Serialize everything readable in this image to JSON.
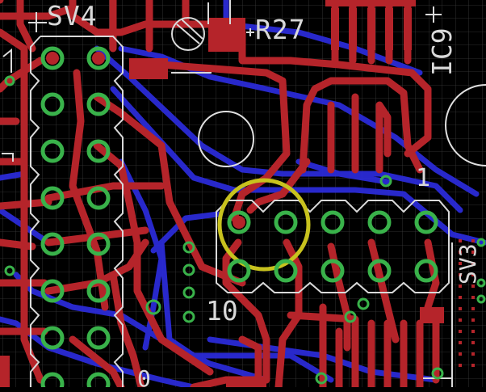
{
  "labels": {
    "sv4": "SV4",
    "r27": "R27",
    "ic9": "IC9",
    "sv3": "SV3",
    "pin1": "1",
    "pin10": "10",
    "pin0": "0"
  },
  "colors": {
    "background": "#000000",
    "grid": "#3a3a3a",
    "top_copper": "#b5242a",
    "bottom_copper": "#2b2bd6",
    "pad_ring": "#39b24a",
    "silkscreen": "#d9d9d9",
    "highlight_circle": "#c8c21e"
  }
}
